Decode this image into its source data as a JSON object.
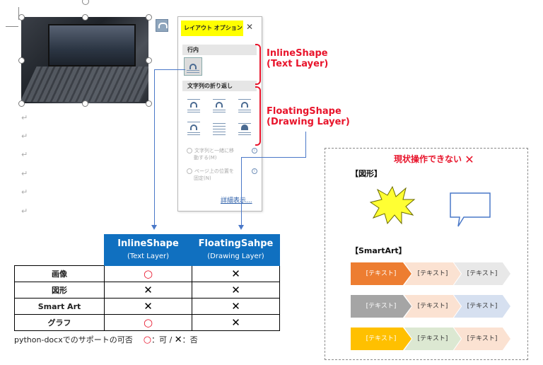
{
  "panel": {
    "title": "レイアウト オプション",
    "close": "✕",
    "inline_section": "行内",
    "wrap_section": "文字列の折り返し",
    "option1_line1": "文字列と一緒に移",
    "option1_line2": "動する(M)",
    "option2_line1": "ページ上の位置を",
    "option2_line2": "固定(N)",
    "info": "i",
    "detail_link": "詳細表示..."
  },
  "annotations": {
    "inline_line1": "InlineShape",
    "inline_line2": "(Text Layer)",
    "floating_line1": "FloatingShape",
    "floating_line2": "(Drawing Layer)"
  },
  "document": {
    "para_mark": "↵"
  },
  "table": {
    "col1_title": "InlineShape",
    "col1_sub": "(Text Layer)",
    "col2_title": "FloatingSahpe",
    "col2_sub": "(Drawing Layer)",
    "rows": [
      {
        "label": "画像",
        "inline": "○",
        "floating": "✕"
      },
      {
        "label": "図形",
        "inline": "✕",
        "floating": "✕"
      },
      {
        "label": "Smart Art",
        "inline": "✕",
        "floating": "✕"
      },
      {
        "label": "グラフ",
        "inline": "○",
        "floating": "✕"
      }
    ]
  },
  "footnote": {
    "prefix": "python-docxでのサポートの可否",
    "ok_mark": "○",
    "ok_text": "：可",
    "sep": " / ",
    "ng_mark": "✕",
    "ng_text": "：否"
  },
  "right_box": {
    "cannot_text": "現状操作できない",
    "cannot_mark": "✕",
    "shapes_head": "【図形】",
    "smartart_head": "【SmartArt】",
    "chevron_text": "[テキスト]"
  },
  "colors": {
    "accent_red": "#e8142b",
    "table_blue": "#1070c0",
    "arrow_blue": "#4a78c8",
    "highlight_yellow": "#ffff00",
    "chev_orange": "#ed7d31",
    "chev_gray": "#a5a5a5",
    "chev_gold": "#ffc000"
  }
}
